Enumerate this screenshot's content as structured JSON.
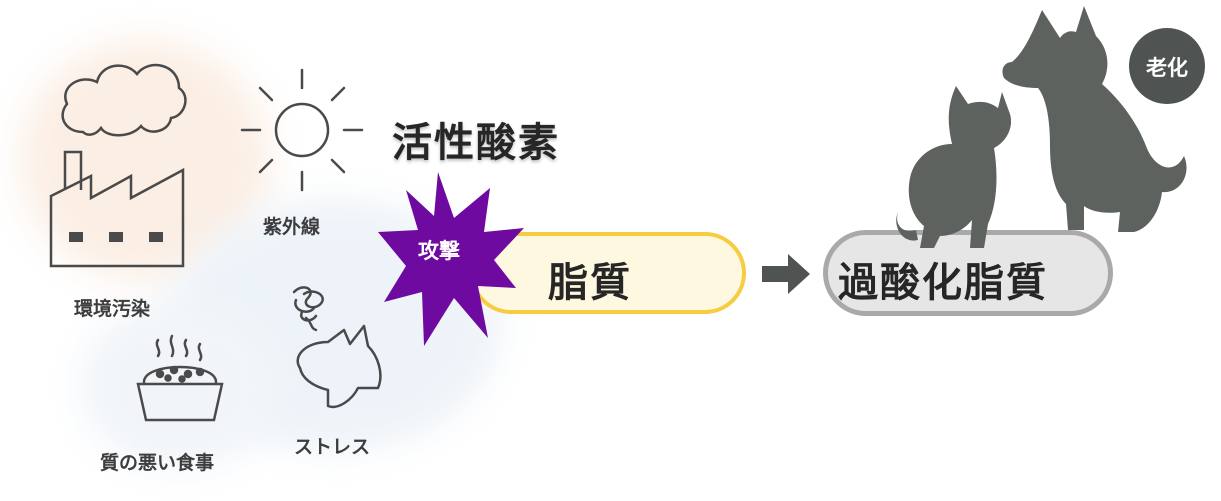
{
  "heading": "活性酸素",
  "attack_label": "攻撃",
  "lipid_label": "脂質",
  "peroxide_label": "過酸化脂質",
  "aging_label": "老化",
  "causes": {
    "pollution": "環境汚染",
    "uv": "紫外線",
    "diet": "質の悪い食事",
    "stress": "ストレス"
  },
  "icons": {
    "factory": "factory-icon",
    "sun": "sun-icon",
    "food_bowl": "food-bowl-icon",
    "stressed_dog": "stressed-dog-icon",
    "burst": "burst-icon",
    "arrow": "arrow-right-icon",
    "cat": "cat-silhouette-icon",
    "dog": "dog-silhouette-icon"
  },
  "colors": {
    "burst": "#6f0aa0",
    "lipid_border": "#f6cc40",
    "lipid_fill": "#fff8e1",
    "peroxide_border": "#a9a9a9",
    "peroxide_fill": "#e6e6e6",
    "silhouette": "#5d625f",
    "arrow": "#4f5452"
  }
}
